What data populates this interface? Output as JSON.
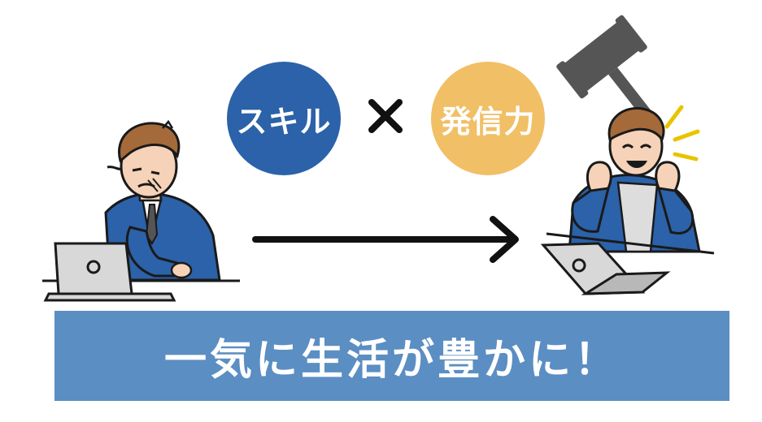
{
  "circles": {
    "left_label": "スキル",
    "left_color": "#2b62a9",
    "right_label": "発信力",
    "right_color": "#f1bf66",
    "operator_icon": "times-icon"
  },
  "banner": {
    "text": "一気に生活が豊かに！",
    "color": "#5b8ec3"
  },
  "icons": {
    "arrow": "arrow-right-icon",
    "gavel": "gavel-icon",
    "left_figure": "stressed-worker-icon",
    "right_figure": "happy-worker-icon"
  }
}
